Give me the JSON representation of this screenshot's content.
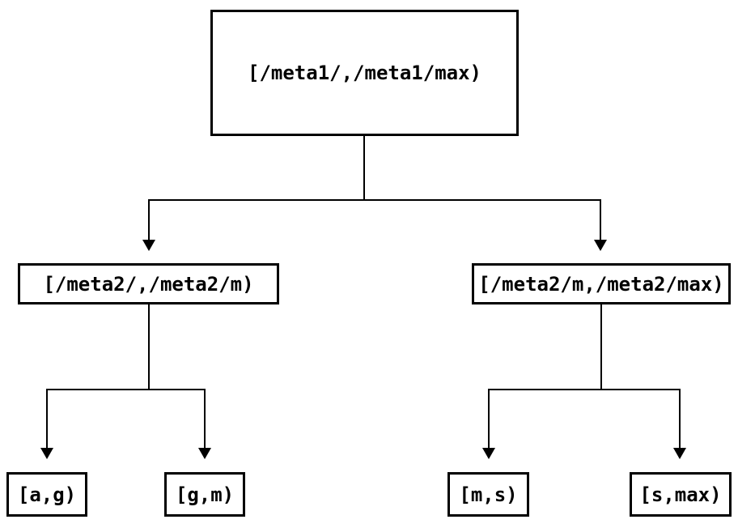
{
  "diagram": {
    "type": "tree",
    "levels": 3,
    "nodes": {
      "root": "[/meta1/,/meta1/max)",
      "level2_left": "[/meta2/,/meta2/m)",
      "level2_right": "[/meta2/m,/meta2/max)",
      "leaf_ag": "[a,g)",
      "leaf_gm": "[g,m)",
      "leaf_ms": "[m,s)",
      "leaf_smax": "[s,max)"
    },
    "edges": [
      [
        "root",
        "level2_left"
      ],
      [
        "root",
        "level2_right"
      ],
      [
        "level2_left",
        "leaf_ag"
      ],
      [
        "level2_left",
        "leaf_gm"
      ],
      [
        "level2_right",
        "leaf_ms"
      ],
      [
        "level2_right",
        "leaf_smax"
      ]
    ],
    "line_color": "#000000",
    "box_fill": "#ffffff"
  }
}
